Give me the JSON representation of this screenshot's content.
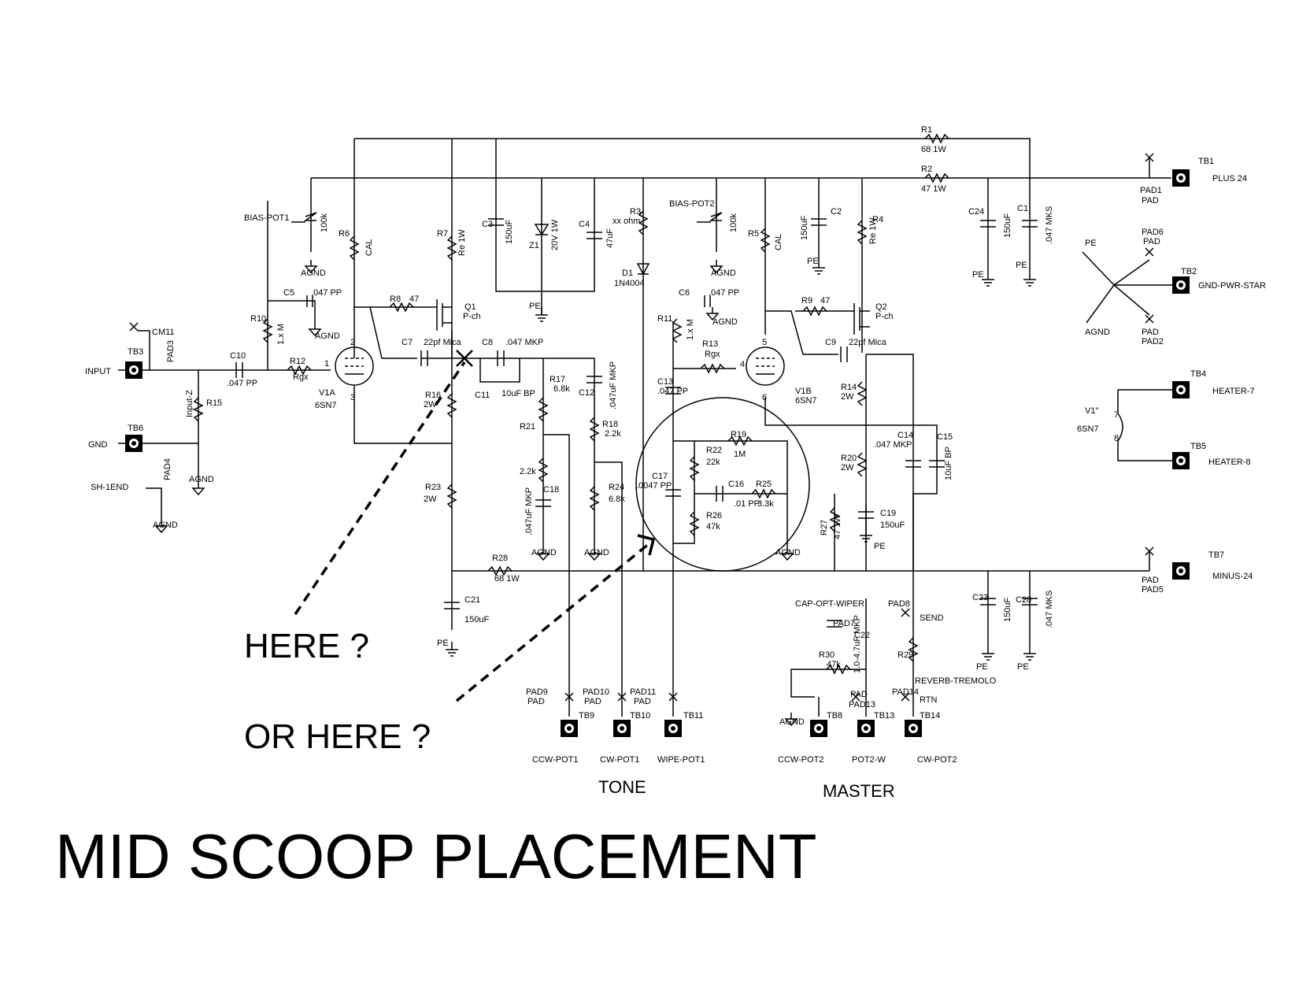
{
  "title": "MID SCOOP PLACEMENT",
  "annotations": {
    "here1": "HERE ?",
    "here2": "OR HERE ?"
  },
  "sections": {
    "tone": "TONE",
    "master": "MASTER"
  },
  "labels": {
    "r1": "R1",
    "r1v": "68 1W",
    "r2": "R2",
    "r2v": "47 1W",
    "tb1": "TB1",
    "pad1": "PAD1",
    "pad1b": "PAD",
    "plus24": "PLUS 24",
    "c24": "C24",
    "c24v": "150uF",
    "c1": "C1",
    "c1v": ".047 MKS",
    "pe": "PE",
    "tb2": "TB2",
    "gndpwr": "GND-PWR-STAR",
    "pad6": "PAD6",
    "pad6b": "PAD",
    "pad2": "PAD2",
    "pad2b": "PAD",
    "agnd": "AGND",
    "tb4": "TB4",
    "heater7": "HEATER-7",
    "tb5": "TB5",
    "heater8": "HEATER-8",
    "v1h": "V1\"",
    "v1h6": "6SN7",
    "pin7": "7",
    "pin8": "8",
    "tb7": "TB7",
    "minus24": "MINUS-24",
    "pad5": "PAD5",
    "padm": "PAD",
    "c23": "C23",
    "c23v": "150uF",
    "c20": "C20",
    "c20v": ".047 MKS",
    "biaspot1": "BIAS-POT1",
    "p100k": "100k",
    "biaspot2": "BIAS-POT2",
    "r6": "R6",
    "cal": "CAL",
    "r7": "R7",
    "re1w": "Re 1W",
    "c3": "C3",
    "c3v": "150uF",
    "z1": "Z1",
    "z1v": "20V 1W",
    "c4": "C4",
    "c4v": "47uF",
    "r3": "R3",
    "r3v": "xx ohm",
    "d1": "D1",
    "d1v": "1N4004",
    "r5": "R5",
    "c2": "C2",
    "c2v": "150uF",
    "r4": "R4",
    "re1w2": "Re 1W",
    "c5": "C5",
    "c5v": ".047 PP",
    "c6": "C6",
    "c6v": ".047 PP",
    "r10": "R10",
    "r10v": "1.x M",
    "r11": "R11",
    "r11v": "1.x M",
    "r8": "R8",
    "r8v": "47",
    "q1": "Q1",
    "q1v": "P-ch",
    "r9": "R9",
    "r9v": "47",
    "q2": "Q2",
    "q2v": "P-ch",
    "cm11": "CM11",
    "pad3": "PAD3",
    "tb3": "TB3",
    "input": "INPUT",
    "c10": "C10",
    "c10v": ".047 PP",
    "r12": "R12",
    "r12v": "Rgx",
    "r13": "R13",
    "r13v": "Rgx",
    "v1a": "V1A",
    "v1a6": "6SN7",
    "v1b": "V1B",
    "v1b6": "6SN7",
    "c7": "C7",
    "c7v": "22pf Mica",
    "c8": "C8",
    "c8v": ".047 MKP",
    "c11": "C11",
    "c11v": "10uF BP",
    "c9": "C9",
    "c9v": "22pf Mica",
    "r17": "R17",
    "r17v": "6.8k",
    "c12": "C12",
    "c12v": ".047uF MKP",
    "r18": "R18",
    "r18v": "2.2k",
    "r24": "R24",
    "r24v": "6.8k",
    "r21": "R21",
    "r21v": "2.2k",
    "c18": "C18",
    "c18v": ".047uF MKP",
    "r16": "R16",
    "r16v": "2W",
    "r23": "R23",
    "r23v": "2W",
    "r14": "R14",
    "r14v": "2W",
    "r20": "R20",
    "r20v": "2W",
    "c13": "C13",
    "c13v": ".047 PP",
    "c14": "C14",
    "c14v": ".047 MKP",
    "c15": "C15",
    "c15v": "10uF BP",
    "r19": "R19",
    "r19v": "1M",
    "r22": "R22",
    "r22v": "22k",
    "c17": "C17",
    "c17v": ".0047 PP",
    "c16": "C16",
    "c16v": ".01 PP",
    "r25": "R25",
    "r25v": "3.3k",
    "r26": "R26",
    "r26v": "47k",
    "r27": "R27",
    "r27v": "47 1W",
    "c19": "C19",
    "c19v": "150uF",
    "r28": "R28",
    "r28v": "68 1W",
    "c21": "C21",
    "c21v": "150uF",
    "tb6": "TB6",
    "gnd": "GND",
    "r15": "R15",
    "inputz": "Input-Z",
    "pad4": "PAD4",
    "sh1end": "SH-1END",
    "capopt": "CAP-OPT-WIPER",
    "pad7": "PAD7",
    "pad8": "PAD8",
    "send": "SEND",
    "c22": "C22",
    "c22v": "1.0-4.7uF MKP",
    "r29": "R29",
    "reverb": "REVERB-TREMOLO",
    "r30": "R30",
    "r30v": "47k",
    "pad14": "PAD14",
    "rtn": "RTN",
    "pad13": "PAD13",
    "padx": "PAD",
    "pad9": "PAD9",
    "pad10": "PAD10",
    "pad11": "PAD11",
    "tb9": "TB9",
    "tb10": "TB10",
    "tb11": "TB11",
    "tb8": "TB8",
    "tb13": "TB13",
    "tb14": "TB14",
    "ccwpot1": "CCW-POT1",
    "cwpot1": "CW-POT1",
    "wipepot1": "WIPE-POT1",
    "ccwpot2": "CCW-POT2",
    "pot2w": "POT2-W",
    "cwpot2": "CW-POT2",
    "n1": "1",
    "n2": "2",
    "n3": "3",
    "n4": "4",
    "n5": "5",
    "n6": "6"
  }
}
